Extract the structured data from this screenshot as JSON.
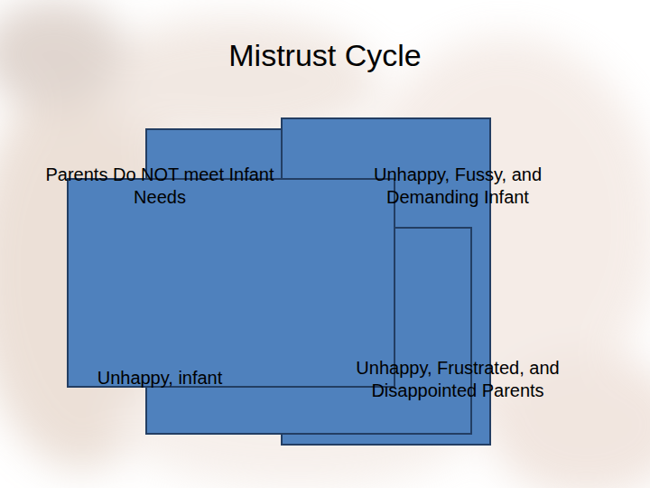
{
  "diagram": {
    "title": "Mistrust Cycle",
    "nodes": [
      {
        "text": [
          "Parents Do NOT meet Infant Needs"
        ]
      },
      {
        "text": [
          "Unhappy, Fussy, and Demanding Infant"
        ]
      },
      {
        "text": [
          "Unhappy, infant"
        ]
      },
      {
        "text": [
          "Unhappy, Frustrated, and Disappointed Parents"
        ]
      }
    ]
  }
}
